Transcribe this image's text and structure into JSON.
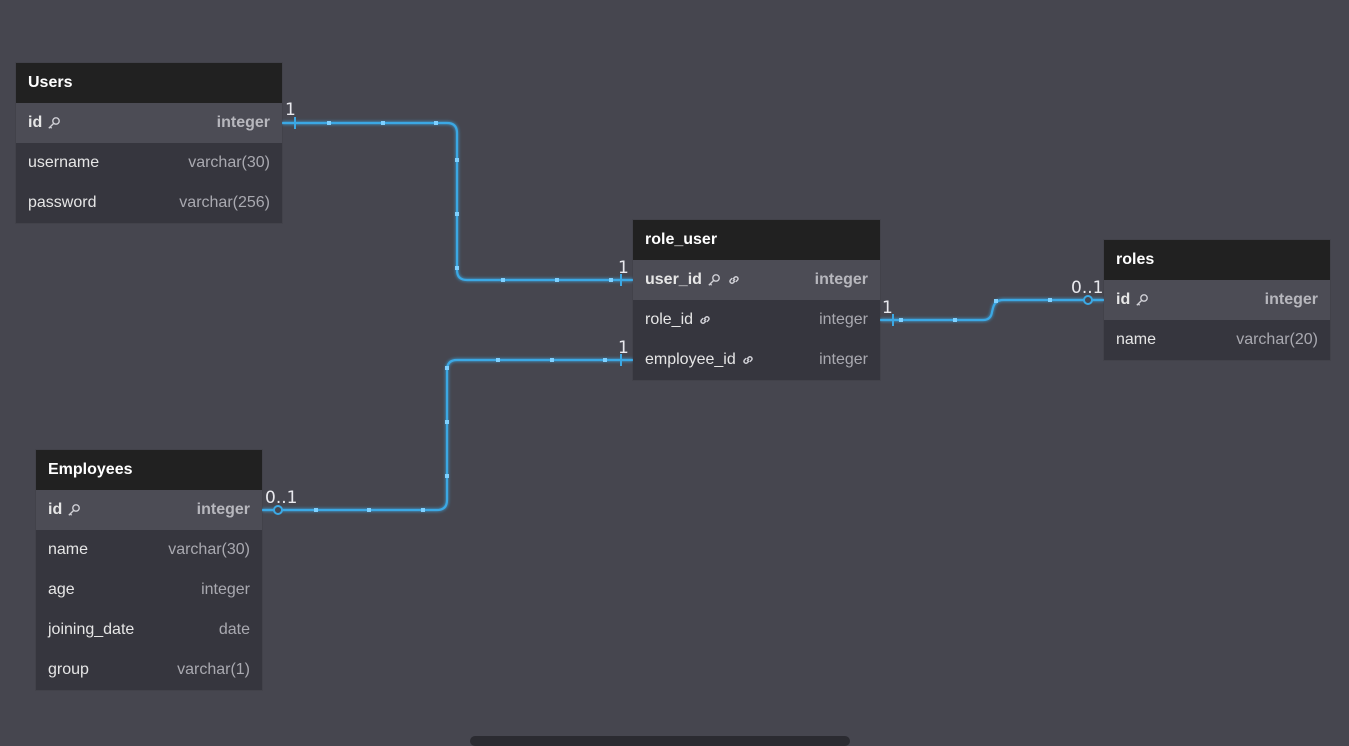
{
  "tables": [
    {
      "id": "users",
      "name": "Users",
      "fields": [
        {
          "name": "id",
          "type": "integer",
          "pk": true,
          "fk": false
        },
        {
          "name": "username",
          "type": "varchar(30)",
          "pk": false,
          "fk": false
        },
        {
          "name": "password",
          "type": "varchar(256)",
          "pk": false,
          "fk": false
        }
      ]
    },
    {
      "id": "role_user",
      "name": "role_user",
      "fields": [
        {
          "name": "user_id",
          "type": "integer",
          "pk": true,
          "fk": true
        },
        {
          "name": "role_id",
          "type": "integer",
          "pk": false,
          "fk": true
        },
        {
          "name": "employee_id",
          "type": "integer",
          "pk": false,
          "fk": true
        }
      ]
    },
    {
      "id": "roles",
      "name": "roles",
      "fields": [
        {
          "name": "id",
          "type": "integer",
          "pk": true,
          "fk": false
        },
        {
          "name": "name",
          "type": "varchar(20)",
          "pk": false,
          "fk": false
        }
      ]
    },
    {
      "id": "employees",
      "name": "Employees",
      "fields": [
        {
          "name": "id",
          "type": "integer",
          "pk": true,
          "fk": false
        },
        {
          "name": "name",
          "type": "varchar(30)",
          "pk": false,
          "fk": false
        },
        {
          "name": "age",
          "type": "integer",
          "pk": false,
          "fk": false
        },
        {
          "name": "joining_date",
          "type": "date",
          "pk": false,
          "fk": false
        },
        {
          "name": "group",
          "type": "varchar(1)",
          "pk": false,
          "fk": false
        }
      ]
    }
  ],
  "relationships": [
    {
      "from": "Users.id",
      "to": "role_user.user_id",
      "from_label": "1",
      "to_label": "1"
    },
    {
      "from": "Employees.id",
      "to": "role_user.employee_id",
      "from_label": "0..1",
      "to_label": "1"
    },
    {
      "from": "role_user.role_id",
      "to": "roles.id",
      "from_label": "1",
      "to_label": "0..1"
    }
  ],
  "icons": {
    "primary_key": "key-icon",
    "foreign_key": "link-icon"
  },
  "colors": {
    "background": "#46464f",
    "table_header": "#212121",
    "connector": "#3ba8e4"
  }
}
